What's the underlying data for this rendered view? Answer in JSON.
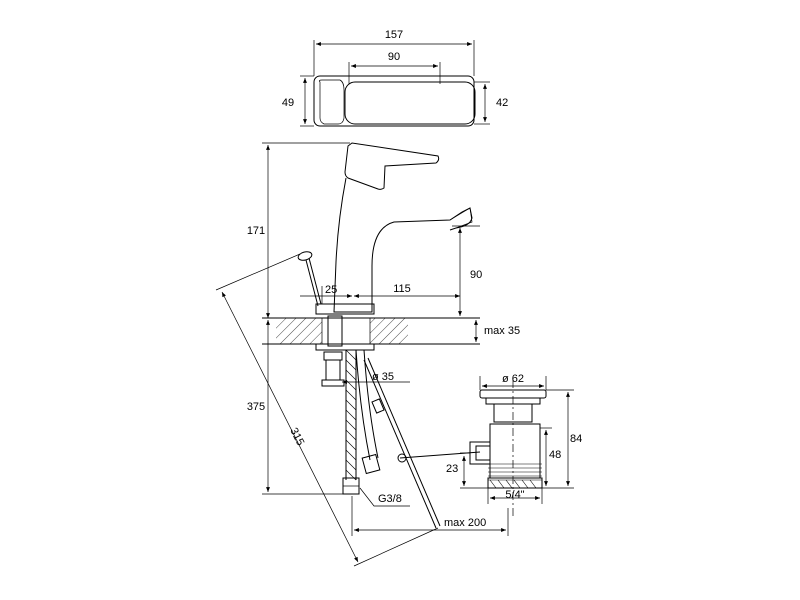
{
  "dimensions": {
    "top_width": "157",
    "top_lever_width": "90",
    "top_depth_left": "49",
    "top_depth_right": "42",
    "height_total": "171",
    "spout_height": "90",
    "base_offset": "25",
    "spout_reach": "115",
    "deck_thickness": "max 35",
    "hole_diameter": "ø 35",
    "overall_height": "375",
    "rod_length": "315",
    "thread": "G3/8",
    "rod_reach": "max 200",
    "waste_diameter": "ø 62",
    "waste_total": "84",
    "waste_body": "48",
    "waste_offset": "23",
    "waste_thread": "5/4\""
  },
  "colors": {
    "line": "#000000",
    "background": "#ffffff"
  }
}
